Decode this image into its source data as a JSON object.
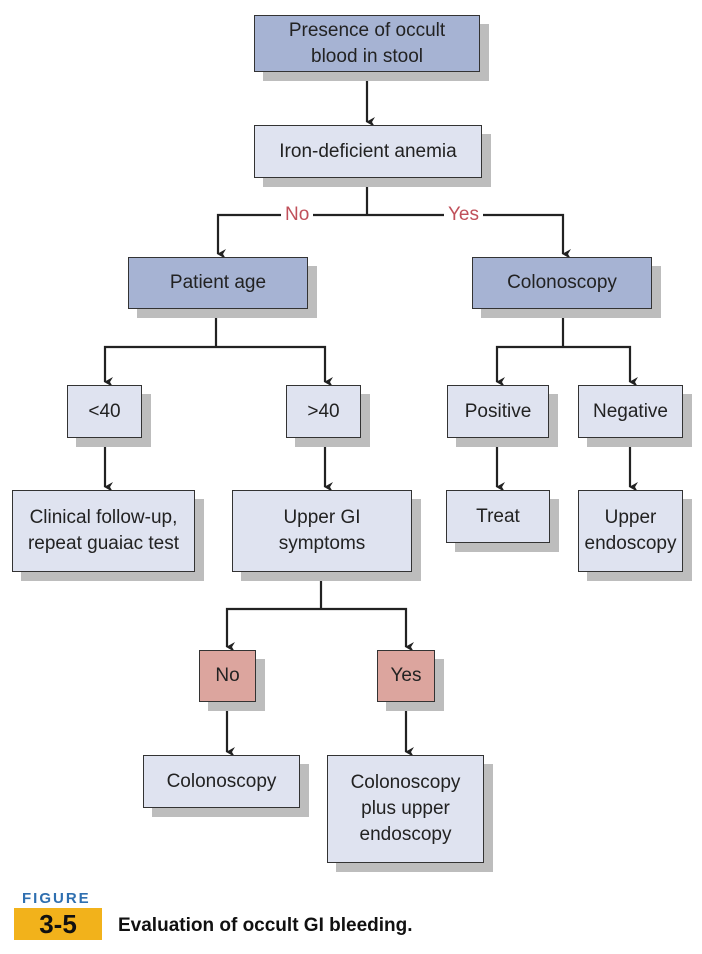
{
  "nodes": {
    "occult": "Presence of occult\nblood in stool",
    "iron": "Iron-deficient anemia",
    "age": "Patient age",
    "colonoscopy_top": "Colonoscopy",
    "lt40": "<40",
    "gt40": ">40",
    "positive": "Positive",
    "negative": "Negative",
    "followup": "Clinical follow-up,\nrepeat guaiac test",
    "upper_gi": "Upper GI\nsymptoms",
    "treat": "Treat",
    "upper_endo": "Upper\nendoscopy",
    "no_box": "No",
    "yes_box": "Yes",
    "colonoscopy_bottom": "Colonoscopy",
    "colon_plus": "Colonoscopy\nplus upper\nendoscopy"
  },
  "edge_labels": {
    "no": "No",
    "yes": "Yes"
  },
  "caption": {
    "figure_word": "FIGURE",
    "figure_number": "3-5",
    "text": "Evaluation of occult GI bleeding."
  },
  "colors": {
    "dark_box": "#a6b3d3",
    "light_box": "#dfe3f0",
    "pink_box": "#dca59e",
    "edge_label": "#c0505a",
    "figure_badge": "#f2b21b",
    "figure_word": "#2f6fb0"
  }
}
